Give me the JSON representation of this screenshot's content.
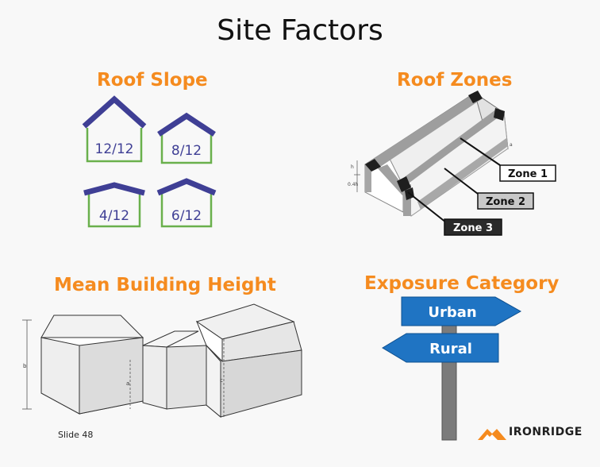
{
  "title": "Site Factors",
  "roof_slope": {
    "heading": "Roof Slope",
    "houses": [
      {
        "label": "12/12"
      },
      {
        "label": "8/12"
      },
      {
        "label": "4/12"
      },
      {
        "label": "6/12"
      }
    ]
  },
  "roof_zones": {
    "heading": "Roof Zones",
    "zones": [
      {
        "label": "Zone 1"
      },
      {
        "label": "Zone 2"
      },
      {
        "label": "Zone 3"
      }
    ],
    "dimension_labels": [
      "h",
      "0.4h",
      "a"
    ]
  },
  "mean_building_height": {
    "heading": "Mean Building Height",
    "dimension_labels": [
      "b",
      "a",
      "c"
    ]
  },
  "exposure_category": {
    "heading": "Exposure Category",
    "signs": [
      {
        "label": "Urban"
      },
      {
        "label": "Rural"
      }
    ]
  },
  "footer": {
    "slide_number": "Slide 48",
    "brand": "IRONRIDGE"
  },
  "colors": {
    "accent_orange": "#f58b1f",
    "roof_navy": "#3f3f95",
    "wall_green": "#6ab04c",
    "sign_blue": "#1f74c3"
  }
}
